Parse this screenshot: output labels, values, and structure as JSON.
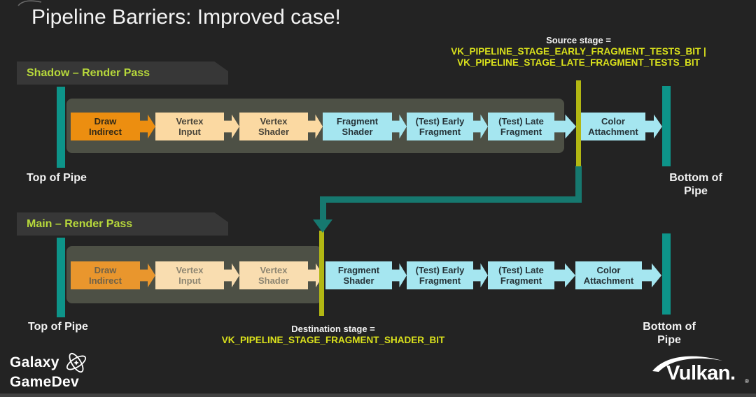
{
  "title": "Pipeline Barriers: Improved case!",
  "annotations": {
    "source": {
      "label": "Source stage =",
      "line1": "VK_PIPELINE_STAGE_EARLY_FRAGMENT_TESTS_BIT |",
      "line2": "VK_PIPELINE_STAGE_LATE_FRAGMENT_TESTS_BIT"
    },
    "destination": {
      "label": "Destination stage =",
      "line1": "VK_PIPELINE_STAGE_FRAGMENT_SHADER_BIT"
    }
  },
  "passes": [
    {
      "label": "Shadow – Render Pass",
      "top_of_pipe": "Top of Pipe",
      "bottom_of_pipe_line1": "Bottom of",
      "bottom_of_pipe_line2": "Pipe",
      "stages": [
        {
          "line1": "Draw",
          "line2": "Indirect"
        },
        {
          "line1": "Vertex",
          "line2": "Input"
        },
        {
          "line1": "Vertex",
          "line2": "Shader"
        },
        {
          "line1": "Fragment",
          "line2": "Shader"
        },
        {
          "line1": "(Test) Early",
          "line2": "Fragment"
        },
        {
          "line1": "(Test) Late",
          "line2": "Fragment"
        },
        {
          "line1": "Color",
          "line2": "Attachment"
        }
      ]
    },
    {
      "label": "Main – Render Pass",
      "top_of_pipe": "Top of Pipe",
      "bottom_of_pipe_line1": "Bottom of",
      "bottom_of_pipe_line2": "Pipe",
      "stages": [
        {
          "line1": "Draw",
          "line2": "Indirect"
        },
        {
          "line1": "Vertex",
          "line2": "Input"
        },
        {
          "line1": "Vertex",
          "line2": "Shader"
        },
        {
          "line1": "Fragment",
          "line2": "Shader"
        },
        {
          "line1": "(Test) Early",
          "line2": "Fragment"
        },
        {
          "line1": "(Test) Late",
          "line2": "Fragment"
        },
        {
          "line1": "Color",
          "line2": "Attachment"
        }
      ]
    }
  ],
  "footer": {
    "galaxy_line1": "Galaxy",
    "galaxy_line2": "GameDev",
    "vulkan_word": "Vulkan.",
    "vulkan_reg": "®"
  },
  "colors": {
    "background": "#232323",
    "pipe_teal": "#0d9489",
    "arrow_teal": "#16786f",
    "barrier_olive": "#b2b713",
    "vk_constant_yellow": "#dae11c",
    "pass_label_green": "#b7d83b",
    "stage_container_gray": "#4d5045",
    "stage_orange": "#ec8e10",
    "stage_orange_muted": "#e9962d",
    "stage_peach": "#fbd9a2",
    "stage_peach_muted": "#f9ddb0",
    "stage_blue": "#a5e6f0",
    "label_pill_gray": "#373737"
  }
}
